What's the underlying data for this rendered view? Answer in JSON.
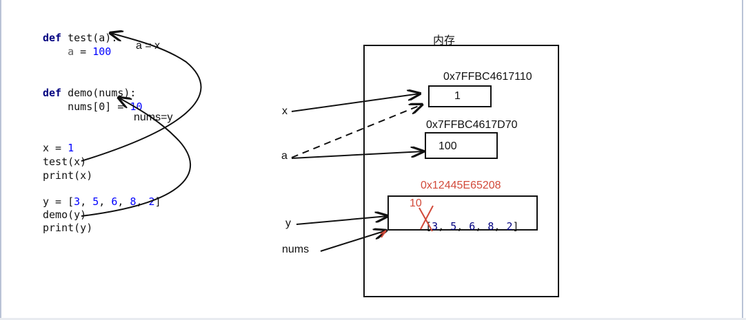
{
  "code": {
    "lines": [
      {
        "parts": [
          {
            "t": "def",
            "c": "kw"
          },
          {
            "t": " test(a):",
            "c": ""
          }
        ]
      },
      {
        "parts": [
          {
            "t": "    ",
            "c": ""
          },
          {
            "t": "a",
            "c": "gray"
          },
          {
            "t": " = ",
            "c": ""
          },
          {
            "t": "100",
            "c": "num"
          }
        ]
      },
      {
        "parts": [
          {
            "t": "def",
            "c": "kw"
          },
          {
            "t": " demo(nums):",
            "c": ""
          }
        ]
      },
      {
        "parts": [
          {
            "t": "    nums[0] = ",
            "c": ""
          },
          {
            "t": "10",
            "c": "num"
          }
        ]
      },
      {
        "parts": [
          {
            "t": "x = ",
            "c": ""
          },
          {
            "t": "1",
            "c": "num"
          }
        ]
      },
      {
        "parts": [
          {
            "t": "test(x)",
            "c": ""
          }
        ]
      },
      {
        "parts": [
          {
            "t": "print(x)",
            "c": ""
          }
        ]
      },
      {
        "parts": [
          {
            "t": "y = [",
            "c": ""
          },
          {
            "t": "3",
            "c": "num"
          },
          {
            "t": ", ",
            "c": ""
          },
          {
            "t": "5",
            "c": "num"
          },
          {
            "t": ", ",
            "c": ""
          },
          {
            "t": "6",
            "c": "num"
          },
          {
            "t": ", ",
            "c": ""
          },
          {
            "t": "8",
            "c": "num"
          },
          {
            "t": ", ",
            "c": ""
          },
          {
            "t": "2",
            "c": "num"
          },
          {
            "t": "]",
            "c": ""
          }
        ]
      },
      {
        "parts": [
          {
            "t": "demo(y)",
            "c": ""
          }
        ]
      },
      {
        "parts": [
          {
            "t": "print(y)",
            "c": ""
          }
        ]
      }
    ]
  },
  "annotations": {
    "a_eq_x": "a = x",
    "nums_eq_y": "nums=y"
  },
  "memory": {
    "title": "内存",
    "addr1": "0x7FFBC4617110",
    "cell1_value": "1",
    "addr2": "0x7FFBC4617D70",
    "cell2_value": "100",
    "addr3": "0x12445E65208",
    "cell3_list": {
      "open": "[",
      "items": [
        "3",
        "5",
        "6",
        "8",
        "2"
      ],
      "close": "]"
    },
    "overwrite_value": "10"
  },
  "variables": {
    "x": "x",
    "a": "a",
    "y": "y",
    "nums": "nums"
  },
  "colors": {
    "ink": "#111111",
    "keyword": "#000080",
    "number": "#0000ff",
    "annotation_red": "#d24a3a"
  }
}
